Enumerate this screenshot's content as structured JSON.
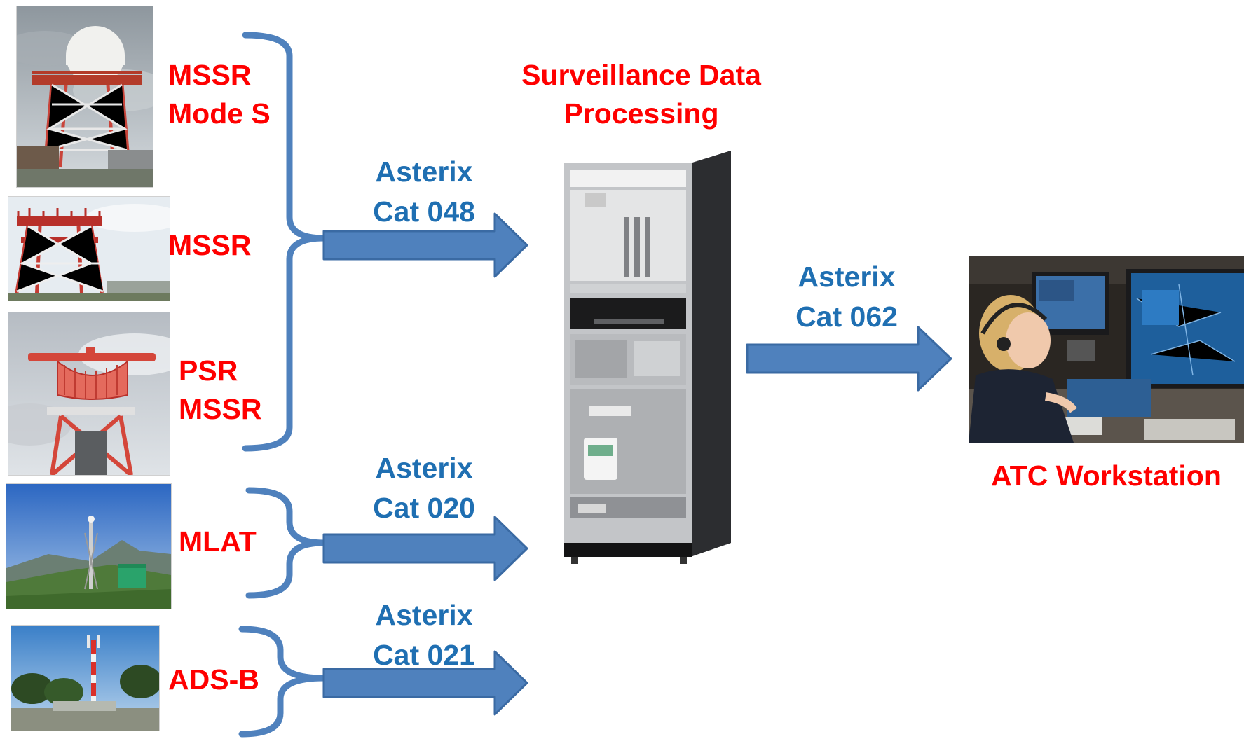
{
  "sources": [
    {
      "lines": [
        "MSSR",
        "Mode S"
      ],
      "photo_icon": "radome-radar-tower-photo"
    },
    {
      "lines": [
        "MSSR"
      ],
      "photo_icon": "radar-tower-photo"
    },
    {
      "lines": [
        "PSR",
        "MSSR"
      ],
      "photo_icon": "rotating-radar-antenna-photo"
    },
    {
      "lines": [
        "MLAT"
      ],
      "photo_icon": "mlat-mast-hill-photo"
    },
    {
      "lines": [
        "ADS-B"
      ],
      "photo_icon": "adsb-antenna-mast-photo"
    }
  ],
  "links": [
    {
      "lines": [
        "Asterix",
        "Cat 048"
      ]
    },
    {
      "lines": [
        "Asterix",
        "Cat 020"
      ]
    },
    {
      "lines": [
        "Asterix",
        "Cat 021"
      ]
    },
    {
      "lines": [
        "Asterix",
        "Cat 062"
      ]
    }
  ],
  "processor": {
    "lines": [
      "Surveillance Data",
      "Processing"
    ],
    "photo_icon": "server-rack-cabinet-photo"
  },
  "workstation": {
    "label": "ATC Workstation",
    "photo_icon": "atc-controller-workstation-photo"
  },
  "colors": {
    "label_red": "#ff0000",
    "asterix_blue": "#1f6fb2",
    "arrow_fill": "#4f81bd",
    "arrow_stroke": "#3a6aa3",
    "brace": "#4f81bd"
  }
}
